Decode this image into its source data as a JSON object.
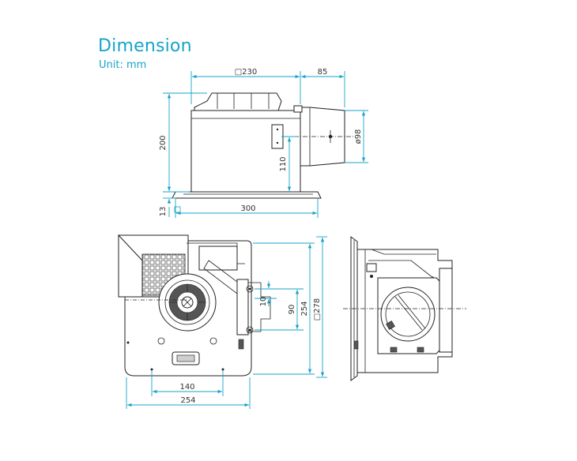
{
  "header": {
    "title": "Dimension",
    "unit": "Unit: mm"
  },
  "colors": {
    "accent": "#17a3c9",
    "line": "#222222"
  },
  "dimensions": {
    "top_width": "□230",
    "duct_length": "85",
    "duct_diameter": "ø98",
    "body_height": "200",
    "duct_center_height": "110",
    "panel_thickness": "13",
    "panel_width": "300",
    "bottom_width": "254",
    "bottom_hole_spacing": "140",
    "spacing_10": "10",
    "spacing_90": "90",
    "height_254": "254",
    "overall_278": "□278"
  }
}
